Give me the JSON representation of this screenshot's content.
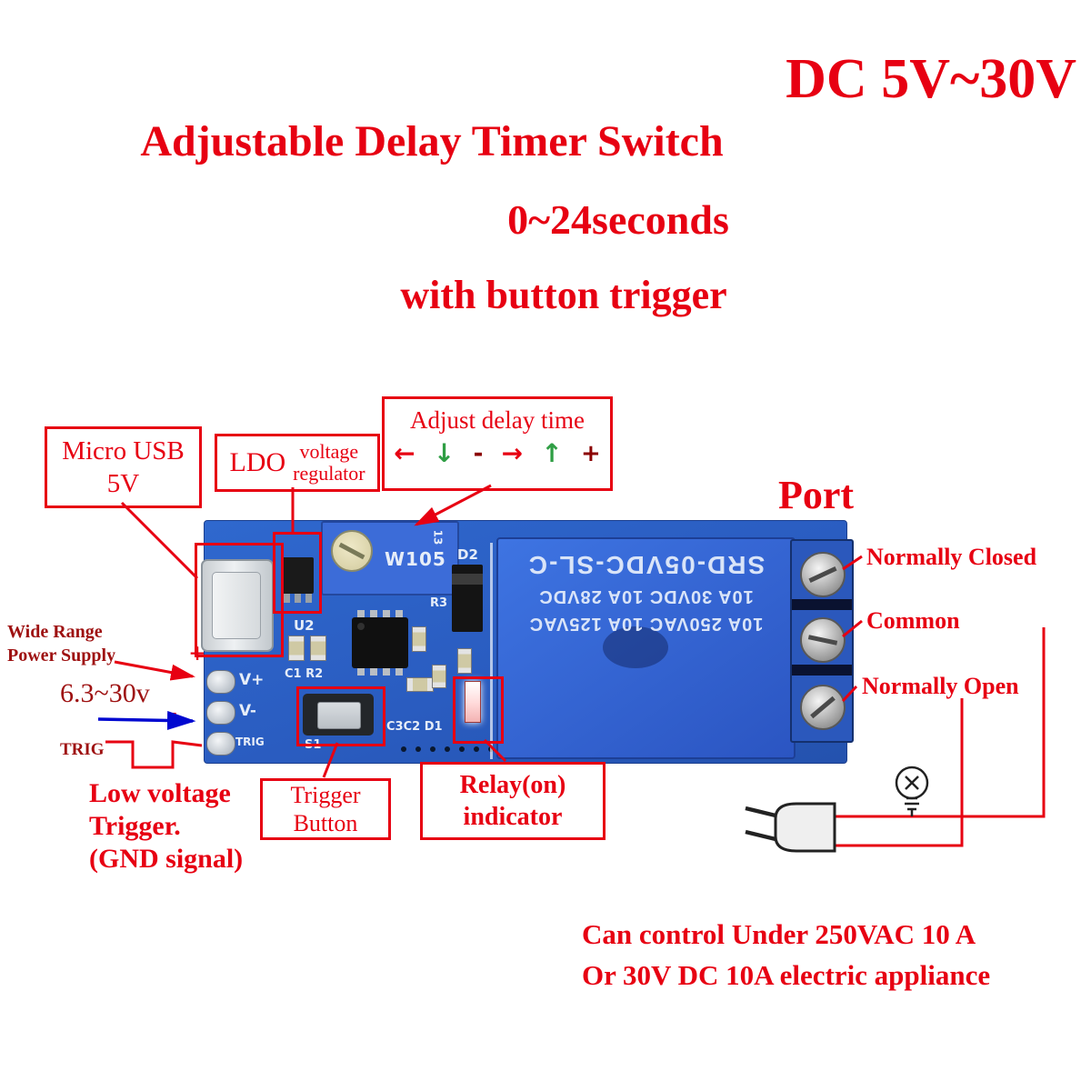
{
  "colors": {
    "annotation_red": "#e70012",
    "dark_red": "#9e1111",
    "wire_blue": "#0008d0",
    "arrow_green": "#2f9e44",
    "pcb_blue": "#2e66cc",
    "relay_blue": "#3a6ee0"
  },
  "header": {
    "voltage": "DC 5V~30V",
    "title": "Adjustable Delay Timer Switch",
    "subtitle_seconds": "0~24seconds",
    "subtitle_trigger": "with button trigger"
  },
  "callouts": {
    "micro_usb": {
      "line1": "Micro USB",
      "line2": "5V"
    },
    "ldo": {
      "abbr": "LDO",
      "line1": "voltage",
      "line2": "regulator"
    },
    "adjust": {
      "title": "Adjust delay time",
      "left_arrow": "←",
      "down_arrow": "↓",
      "minus": "-",
      "right_arrow": "→",
      "up_arrow": "↑",
      "plus": "+"
    },
    "trigger_button": {
      "line1": "Trigger",
      "line2": "Button"
    },
    "relay_indicator": {
      "line1": "Relay(on)",
      "line2": "indicator"
    }
  },
  "port": {
    "title": "Port",
    "normally_closed": "Normally Closed",
    "common": "Common",
    "normally_open": "Normally Open"
  },
  "power": {
    "wide_range_line1": "Wide Range",
    "wide_range_line2": "Power Supply",
    "plus": "+",
    "voltage_range": "6.3~30v",
    "minus": "-",
    "trig": "TRIG",
    "low_voltage_line1": "Low voltage",
    "low_voltage_line2": "Trigger.",
    "low_voltage_line3": "(GND signal)"
  },
  "footer": {
    "line1": "Can control Under 250VAC 10 A",
    "line2": "Or 30V DC  10A electric appliance"
  },
  "pcb": {
    "pot_label": "W105",
    "pot_mark": "13",
    "silk": {
      "u2": "U2",
      "d2": "D2",
      "r3": "R3",
      "c1_r2": "C1 R2",
      "c3c2_d1": "C3C2 D1",
      "s1": "S1",
      "v_plus": "V+",
      "v_minus": "V-",
      "trig": "TRIG"
    },
    "relay_lines": [
      "10A 250VAC  10A 125VAC",
      "10A 30VDC  10A 28VDC",
      "SRD-05VDC-SL-C"
    ]
  }
}
